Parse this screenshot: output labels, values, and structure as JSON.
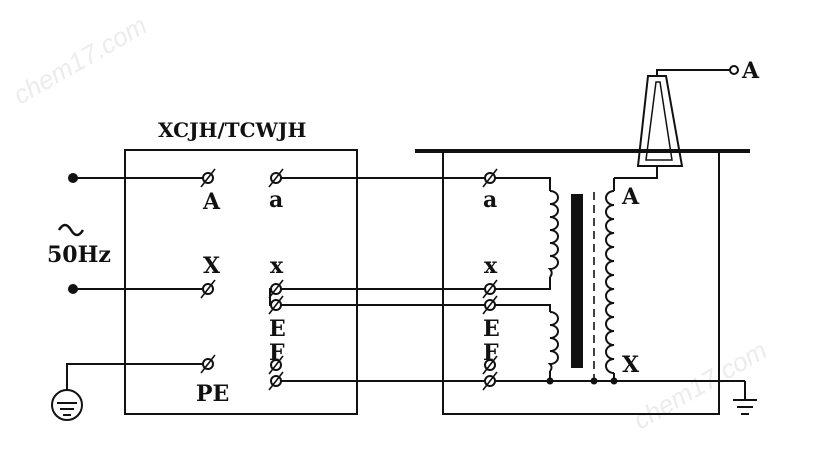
{
  "controller": {
    "title": "XCJH/TCWJH",
    "terminals_left": [
      "A",
      "X",
      "PE"
    ],
    "terminals_right": [
      "a",
      "x",
      "E",
      "F"
    ]
  },
  "supply": {
    "symbol": "~",
    "frequency": "50Hz"
  },
  "transformer": {
    "terminals_left": [
      "a",
      "x",
      "E",
      "F"
    ],
    "high_voltage": [
      "A",
      "X"
    ]
  },
  "bushing": {
    "output_label": "A"
  },
  "watermark": "chem17.com",
  "colors": {
    "line": "#111111",
    "background": "#ffffff",
    "watermark": "#ececec"
  }
}
